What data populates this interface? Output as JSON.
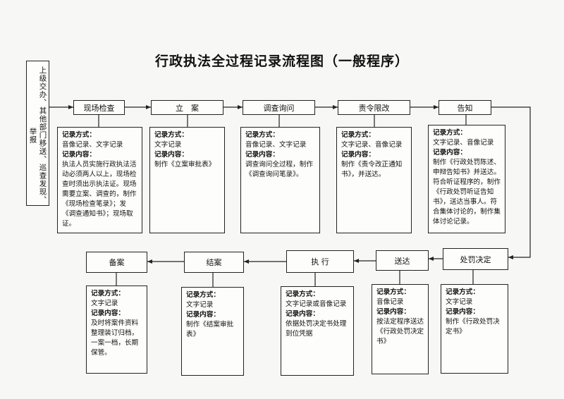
{
  "title": "行政执法全过程记录流程图（一般程序）",
  "source": "上级交办、其他部门移送、巡查发现、举报",
  "labels": {
    "method": "记录方式：",
    "content": "记录内容："
  },
  "top_row": [
    {
      "name": "现场检查",
      "method": "音像记录、文字记录",
      "content": "执法人员实施行政执法活动必须两人以上，现场检查时须出示执法证。现场需要立案、调查的，制作《现场检查笔录》；发《调查通知书》；现场取证。"
    },
    {
      "name": "立　案",
      "method": "文字记录",
      "content": "制作《立案审批表》"
    },
    {
      "name": "调查询问",
      "method": "音像记录、文字记录",
      "content": "调查询问全过程，制作《调查询问笔录》。"
    },
    {
      "name": "责令限改",
      "method": "文字记录、音像记录",
      "content": "制作《责令改正通知书》，并送达。"
    },
    {
      "name": "告知",
      "method": "文字记录、音像记录",
      "content": "制作《行政处罚陈述、申辩告知书》并送达。符合听证程序的，制作《行政处罚听证告知书》，送达当事人。符合集体讨论的，制作集体讨论记录。"
    }
  ],
  "bottom_row": [
    {
      "name": "备案",
      "method": "文字记录",
      "content": "及时将案件资料整理装订归档，一案一档，长期保管。"
    },
    {
      "name": "结案",
      "method": "文字记录",
      "content": "制作《结案审批表》"
    },
    {
      "name": "执 行",
      "method": "文字记录或音像记录",
      "content": "依据处罚决定书处理到位凭据"
    },
    {
      "name": "送达",
      "method": "音像记录",
      "content": "按法定程序送达《行政处罚决定书》"
    },
    {
      "name": "处罚决定",
      "method": "文字记录",
      "content": "制作《行政处罚决定书》"
    }
  ]
}
